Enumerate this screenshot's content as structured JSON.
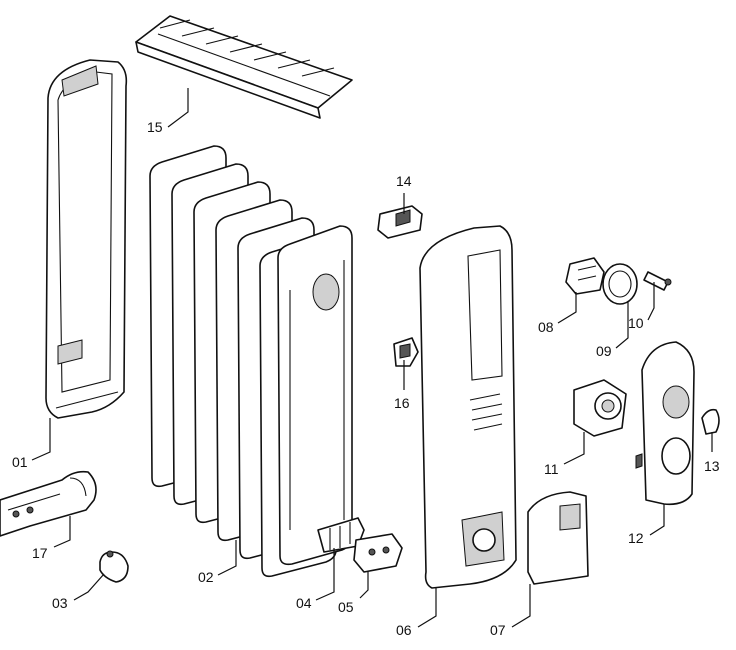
{
  "diagram": {
    "parts": [
      {
        "id": "p01",
        "label": "01"
      },
      {
        "id": "p02",
        "label": "02"
      },
      {
        "id": "p03",
        "label": "03"
      },
      {
        "id": "p04",
        "label": "04"
      },
      {
        "id": "p05",
        "label": "05"
      },
      {
        "id": "p06",
        "label": "06"
      },
      {
        "id": "p07",
        "label": "07"
      },
      {
        "id": "p08",
        "label": "08"
      },
      {
        "id": "p09",
        "label": "09"
      },
      {
        "id": "p10",
        "label": "10"
      },
      {
        "id": "p11",
        "label": "11"
      },
      {
        "id": "p12",
        "label": "12"
      },
      {
        "id": "p13",
        "label": "13"
      },
      {
        "id": "p14",
        "label": "14"
      },
      {
        "id": "p15",
        "label": "15"
      },
      {
        "id": "p16",
        "label": "16"
      },
      {
        "id": "p17",
        "label": "17"
      }
    ]
  }
}
